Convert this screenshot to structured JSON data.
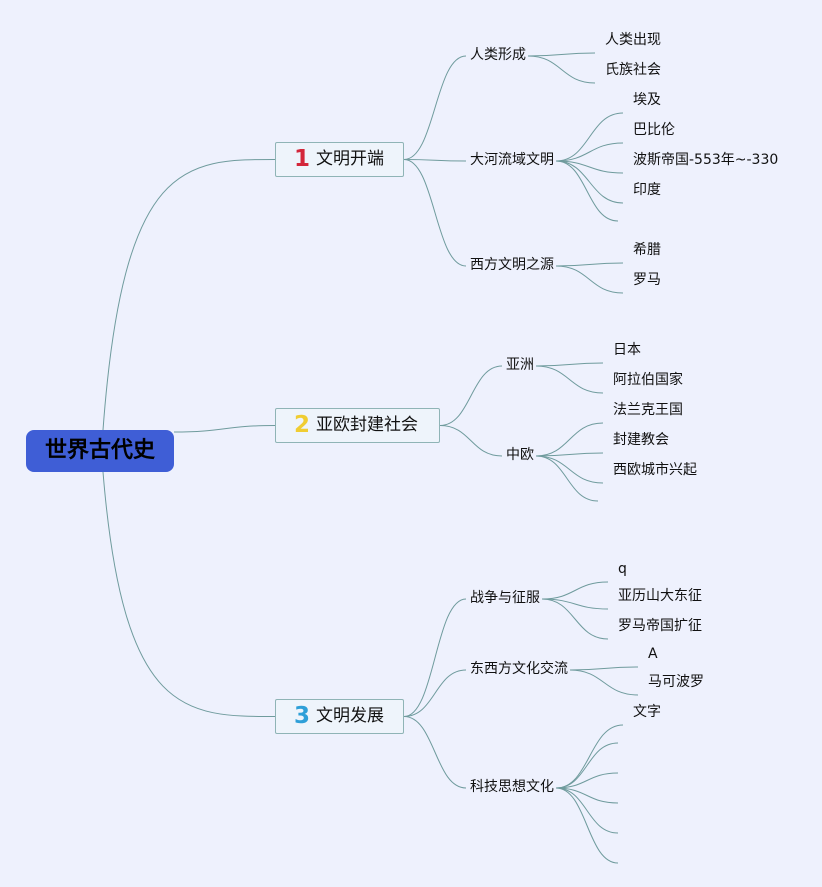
{
  "root": "世界古代史",
  "branches": [
    {
      "number": "1",
      "number_color": "#d3263a",
      "label": "文明开端",
      "children": [
        {
          "label": "人类形成",
          "leaves": [
            "人类出现",
            "氏族社会"
          ]
        },
        {
          "label": "大河流域文明",
          "leaves": [
            "埃及",
            "巴比伦",
            "波斯帝国-553年~-330",
            "印度",
            ""
          ]
        },
        {
          "label": "西方文明之源",
          "leaves": [
            "希腊",
            "罗马"
          ]
        }
      ]
    },
    {
      "number": "2",
      "number_color": "#f0cd32",
      "label": "亚欧封建社会",
      "children": [
        {
          "label": "亚洲",
          "leaves": [
            "日本",
            "阿拉伯国家"
          ]
        },
        {
          "label": "中欧",
          "leaves": [
            "法兰克王国",
            "封建教会",
            "西欧城市兴起",
            ""
          ]
        }
      ]
    },
    {
      "number": "3",
      "number_color": "#2e9fd8",
      "label": "文明发展",
      "children": [
        {
          "label": "战争与征服",
          "leaves": [
            "q",
            "亚历山大东征",
            "罗马帝国扩征"
          ]
        },
        {
          "label": "东西方文化交流",
          "leaves": [
            "A",
            "马可波罗"
          ]
        },
        {
          "label": "科技思想文化",
          "leaves": [
            "文字",
            "",
            "",
            "",
            "",
            ""
          ]
        }
      ]
    }
  ]
}
